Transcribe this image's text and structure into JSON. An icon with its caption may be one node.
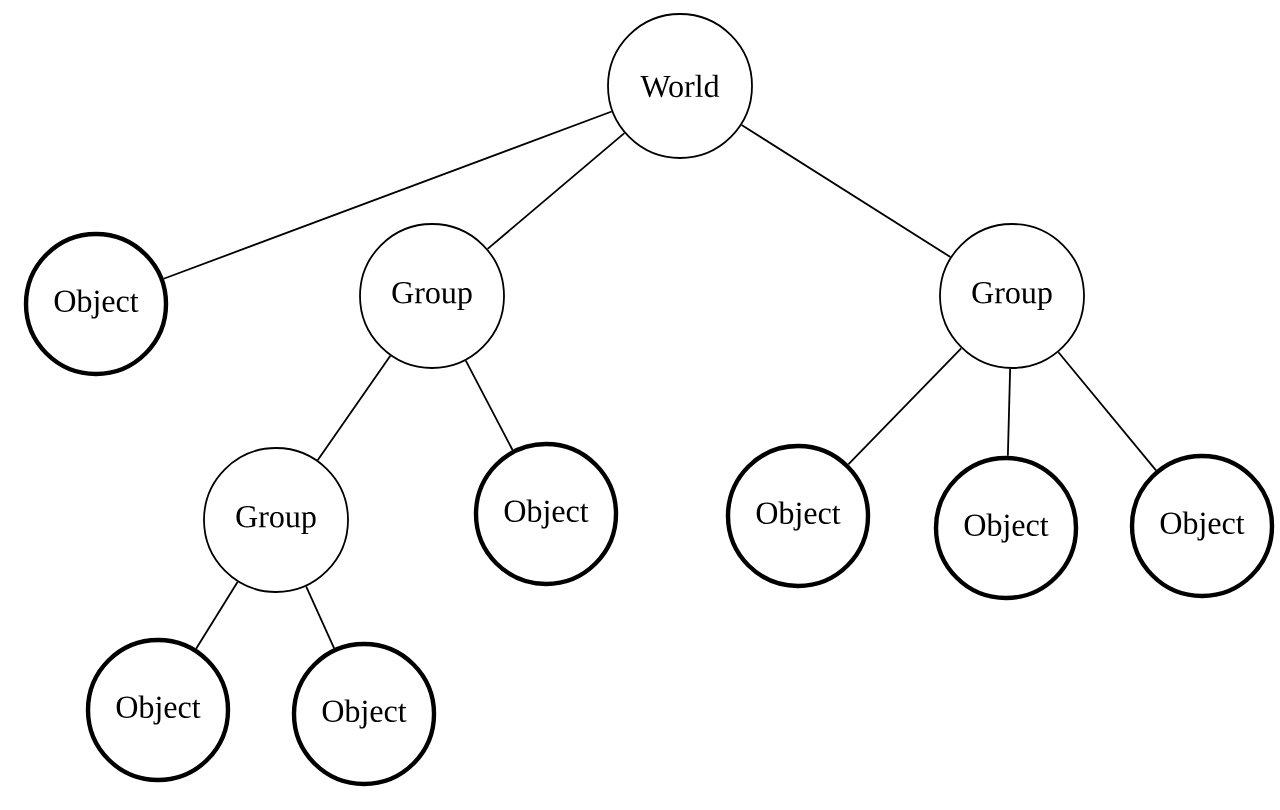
{
  "diagram": {
    "nodes": [
      {
        "text": [
          "World"
        ]
      },
      {
        "text": [
          "Object"
        ]
      },
      {
        "text": [
          "Group"
        ]
      },
      {
        "text": [
          "Group"
        ]
      },
      {
        "text": [
          "Group"
        ]
      },
      {
        "text": [
          "Object"
        ]
      },
      {
        "text": [
          "Object"
        ]
      },
      {
        "text": [
          "Object"
        ]
      },
      {
        "text": [
          "Object"
        ]
      },
      {
        "text": [
          "Object"
        ]
      },
      {
        "text": [
          "Object"
        ]
      }
    ],
    "edges": [
      {
        "from": 0,
        "to": 1,
        "arrow": "none"
      },
      {
        "from": 0,
        "to": 2,
        "arrow": "none"
      },
      {
        "from": 0,
        "to": 3,
        "arrow": "none"
      },
      {
        "from": 2,
        "to": 4,
        "arrow": "none"
      },
      {
        "from": 2,
        "to": 5,
        "arrow": "none"
      },
      {
        "from": 3,
        "to": 6,
        "arrow": "none"
      },
      {
        "from": 3,
        "to": 7,
        "arrow": "none"
      },
      {
        "from": 3,
        "to": 8,
        "arrow": "none"
      },
      {
        "from": 4,
        "to": 9,
        "arrow": "none"
      },
      {
        "from": 4,
        "to": 10,
        "arrow": "none"
      }
    ]
  }
}
